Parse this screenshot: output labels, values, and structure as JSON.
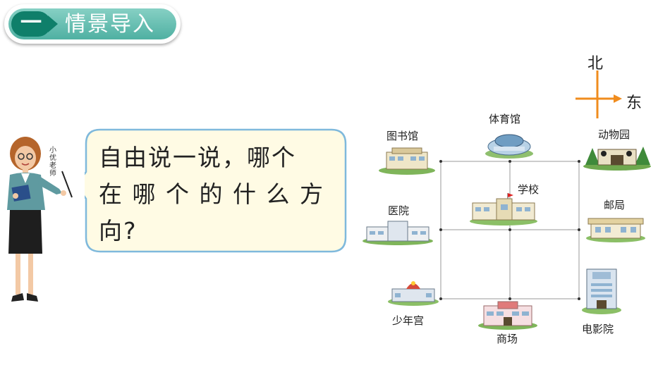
{
  "header": {
    "number": "一",
    "title": "情景导入"
  },
  "teacher": {
    "label": "小优老师"
  },
  "bubble": {
    "lines": [
      "自由说一说，哪个",
      "在 哪 个 的 什 么 方",
      "向?"
    ]
  },
  "compass": {
    "north": "北",
    "east": "东"
  },
  "map": {
    "places": {
      "gym": "体育馆",
      "library": "图书馆",
      "zoo": "动物园",
      "school": "学校",
      "hospital": "医院",
      "post_office": "邮局",
      "youth_palace": "少年宫",
      "mall": "商场",
      "cinema": "电影院"
    }
  },
  "colors": {
    "accent": "#4fb0a2",
    "bubble_border": "#7fb9dc",
    "bubble_fill": "#fffbe4",
    "arrow": "#f08c1e"
  }
}
